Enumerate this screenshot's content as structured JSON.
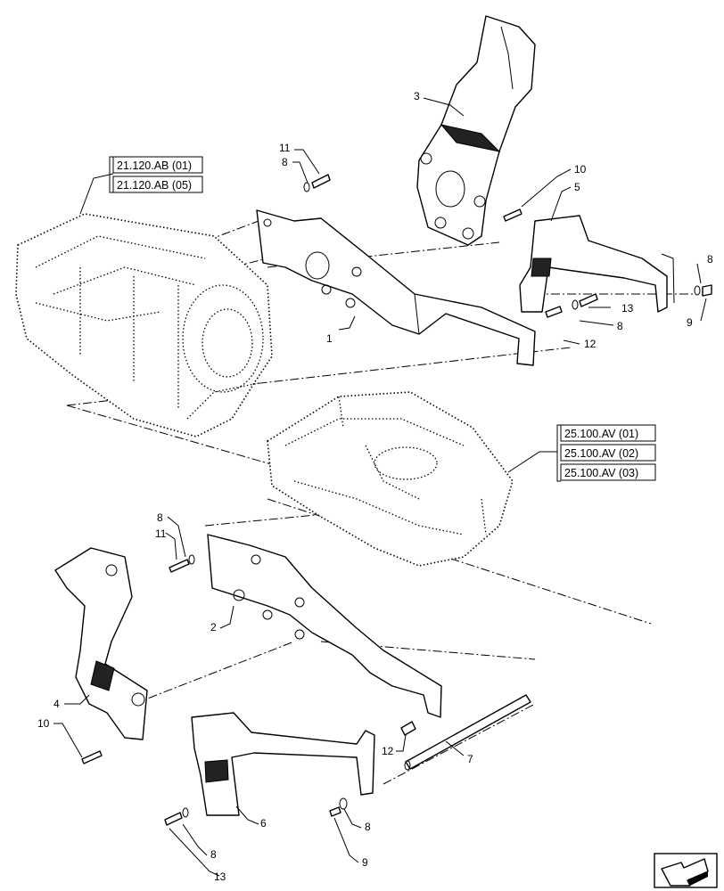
{
  "references": {
    "transmission": [
      "21.120.AB (01)",
      "21.120.AB (05)"
    ],
    "axle_housing": [
      "25.100.AV (01)",
      "25.100.AV (02)",
      "25.100.AV (03)"
    ]
  },
  "callouts": {
    "c1": "1",
    "c2": "2",
    "c3": "3",
    "c4": "4",
    "c5": "5",
    "c6": "6",
    "c7": "7",
    "c8a": "8",
    "c8b": "8",
    "c8c": "8",
    "c8d": "8",
    "c8e": "8",
    "c8f": "8",
    "c9a": "9",
    "c9b": "9",
    "c10a": "10",
    "c10b": "10",
    "c11a": "11",
    "c11b": "11",
    "c12a": "12",
    "c12b": "12",
    "c13a": "13",
    "c13b": "13"
  },
  "icons": {
    "nav": "navigation-arrow-icon"
  }
}
